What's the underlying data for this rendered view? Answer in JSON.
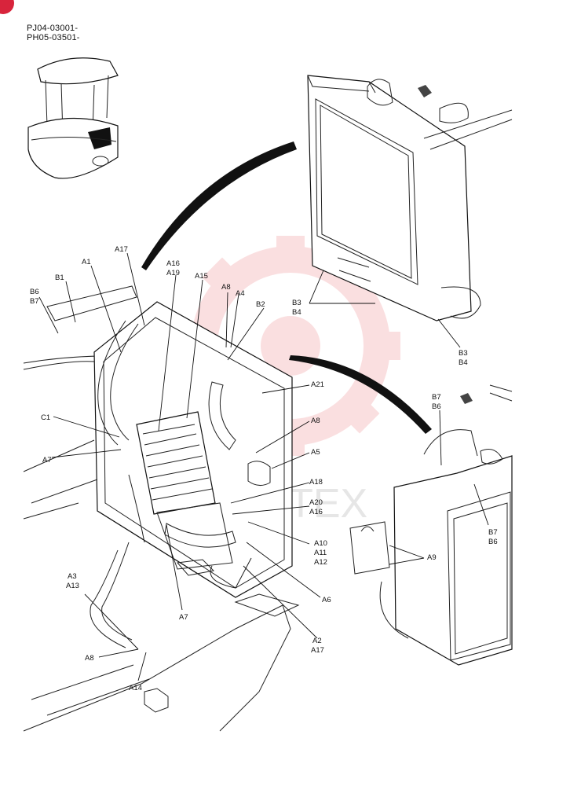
{
  "header": {
    "line1": "PJ04-03001-",
    "line2": "PH05-03501-"
  },
  "watermark": "ЯНТЕХ",
  "colors": {
    "accent": "#d8243c",
    "watermark": "#f7c5c8",
    "ink": "#111111"
  },
  "labels": {
    "a1": "A1",
    "b1": "B1",
    "b6_l": "B6",
    "b7_l": "B7",
    "a17_top": "A17",
    "a16_top": "A16",
    "a19": "A19",
    "a15": "A15",
    "a8_top": "A8",
    "a4": "A4",
    "b2": "B2",
    "b3_top": "B3",
    "b4_top": "B4",
    "b3_r": "B3",
    "b4_r": "B4",
    "c1": "C1",
    "a7_l": "A7",
    "a21": "A21",
    "a8_mid": "A8",
    "a5": "A5",
    "a18": "A18",
    "a20": "A20",
    "a16_mid": "A16",
    "a10": "A10",
    "a11": "A11",
    "a12": "A12",
    "a3": "A3",
    "a13": "A13",
    "a6": "A6",
    "a7_b": "A7",
    "a2": "A2",
    "a17_b": "A17",
    "a8_b": "A8",
    "a14": "A14",
    "b7_r": "B7",
    "b6_r": "B6",
    "b7_r2": "B7",
    "b6_r2": "B6",
    "a9": "A9"
  }
}
